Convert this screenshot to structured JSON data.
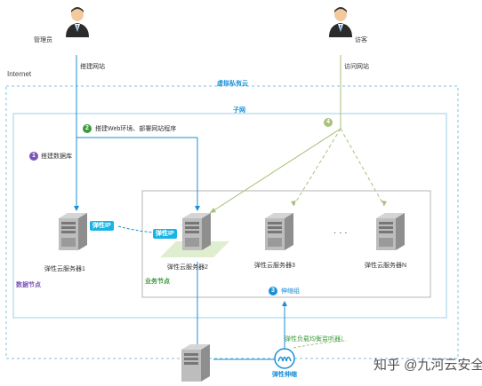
{
  "top": {
    "admin_label": "管理员",
    "visitor_label": "访客",
    "admin_action": "搭建网站",
    "visitor_action": "访问网站",
    "internet_label": "Internet"
  },
  "vpc": {
    "title": "虚拟私有云",
    "subnet_title": "子网"
  },
  "steps": {
    "step1_num": "1",
    "step1_label": "搭建数据库",
    "step2_num": "2",
    "step2_label": "搭建Web环境、部署网站程序",
    "step3_num": "3",
    "step3_label": "伸缩组",
    "step4_num": "4"
  },
  "servers": {
    "server1": "弹性云服务器1",
    "server2": "弹性云服务器2",
    "server3": "弹性云服务器3",
    "server_n": "弹性云服务器N",
    "ellipsis": "· · ·"
  },
  "eip": {
    "eip_left": "弹性IP",
    "eip_right": "弹性IP"
  },
  "nodes": {
    "data_node": "数据节点",
    "business_node": "业务节点"
  },
  "bottom": {
    "elb_label": "弹性负载均衡监听器）",
    "elastic_scaling": "弹性伸缩"
  },
  "watermark": "知乎 @九河云安全",
  "colors": {
    "blue": "#1a8fd6",
    "green": "#3c9a3c",
    "olive": "#a9c27a",
    "purple": "#7a55b5",
    "eip": "#19b3e5"
  }
}
